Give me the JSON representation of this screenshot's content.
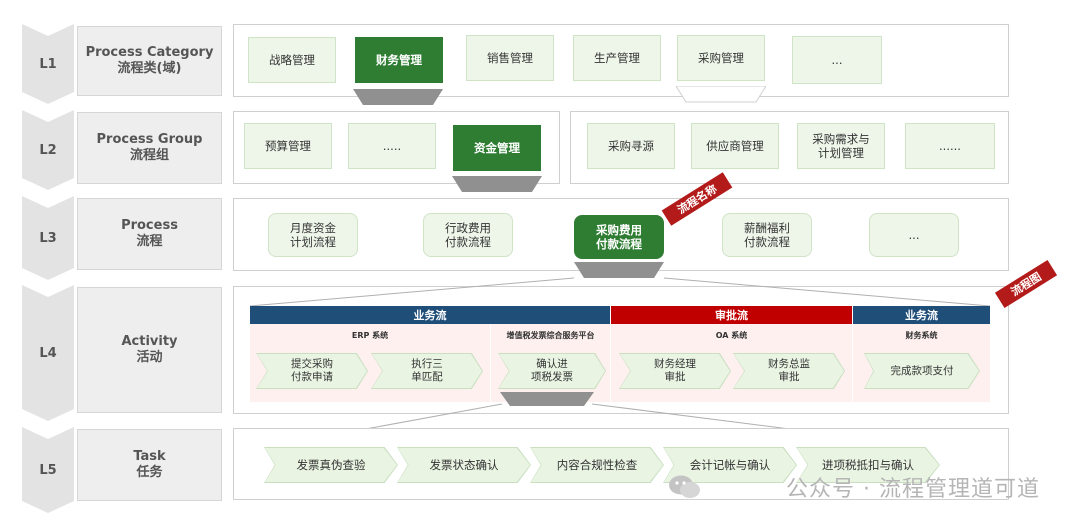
{
  "levels": [
    {
      "code": "L1",
      "en": "Process Category",
      "zh": "流程类(域)"
    },
    {
      "code": "L2",
      "en": "Process Group",
      "zh": "流程组"
    },
    {
      "code": "L3",
      "en": "Process",
      "zh": "流程"
    },
    {
      "code": "L4",
      "en": "Activity",
      "zh": "活动"
    },
    {
      "code": "L5",
      "en": "Task",
      "zh": "任务"
    }
  ],
  "l1_items": [
    "战略管理",
    "财务管理",
    "销售管理",
    "生产管理",
    "采购管理",
    "..."
  ],
  "l2_items": [
    "预算管理",
    ".....",
    "资金管理",
    "采购寻源",
    "供应商管理",
    "采购需求与\n计划管理",
    "......"
  ],
  "l3_items": [
    "月度资金\n计划流程",
    "行政费用\n付款流程",
    "采购费用\n付款流程",
    "薪酬福利\n付款流程",
    "..."
  ],
  "tags": {
    "process_name": "流程名称",
    "process_map": "流程图"
  },
  "l4": {
    "flows": [
      "业务流",
      "审批流",
      "业务流"
    ],
    "systems": [
      "ERP 系统",
      "增值税发票综合服务平台",
      "OA 系统",
      "财务系统"
    ],
    "activities": [
      "提交采购\n付款申请",
      "执行三\n单匹配",
      "确认进\n项税发票",
      "财务经理\n审批",
      "财务总监\n审批",
      "完成款项支付"
    ]
  },
  "l5_tasks": [
    "发票真伪查验",
    "发票状态确认",
    "内容合规性检查",
    "会计记帐与确认",
    "进项税抵扣与确认"
  ],
  "watermark": "公众号 · 流程管理道可道",
  "colors": {
    "green": "#2e7d32",
    "navy": "#1f4e79",
    "red": "#c00000",
    "lightgreen": "#eef6ea"
  }
}
